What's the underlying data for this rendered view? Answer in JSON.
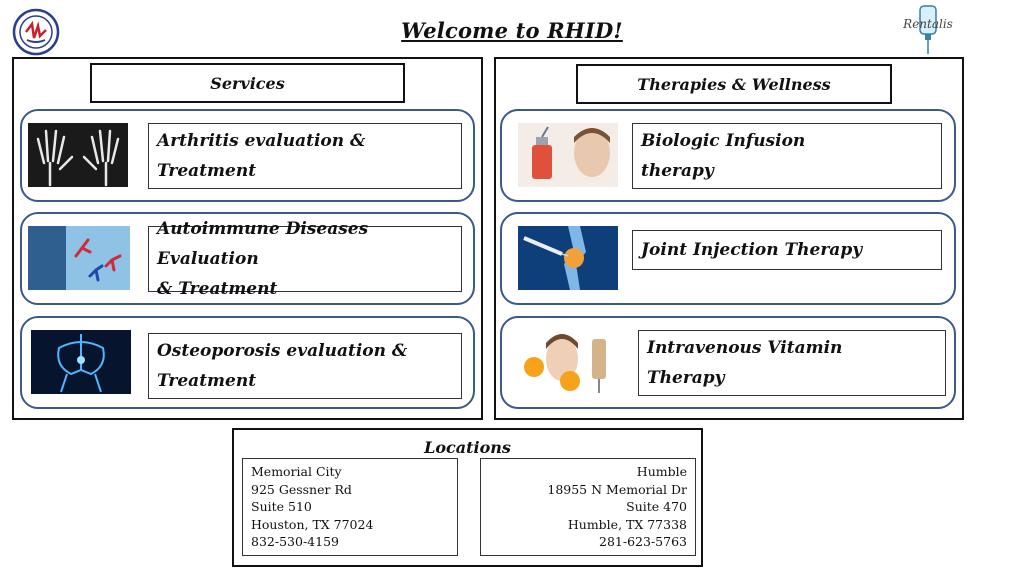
{
  "header": {
    "title": "Welcome to RHID!",
    "logo_right_text": "Rentalis"
  },
  "services": {
    "heading": "Services",
    "items": [
      {
        "line1": "Arthritis evaluation &",
        "line2": "Treatment",
        "thumb": "hand-xray-image"
      },
      {
        "line1": "Autoimmune Diseases Evaluation",
        "line2": "& Treatment",
        "thumb": "antibody-image"
      },
      {
        "line1": "Osteoporosis evaluation &",
        "line2": "Treatment",
        "thumb": "pelvis-xray-image"
      }
    ]
  },
  "therapies": {
    "heading": "Therapies & Wellness",
    "items": [
      {
        "line1": "Biologic Infusion",
        "line2": "therapy",
        "thumb": "infusion-face-image"
      },
      {
        "line1": "Joint Injection Therapy",
        "line2": "",
        "thumb": "knee-injection-image"
      },
      {
        "line1": "Intravenous Vitamin",
        "line2": "Therapy",
        "thumb": "vitamin-face-image"
      }
    ]
  },
  "locations": {
    "title": "Locations",
    "offices": [
      {
        "name": "Memorial City",
        "street": "925 Gessner Rd",
        "suite": "Suite 510",
        "city": "Houston, TX 77024",
        "phone": "832-530-4159"
      },
      {
        "name": "Humble",
        "street": "18955 N Memorial Dr",
        "suite": "Suite 470",
        "city": "Humble, TX 77338",
        "phone": "281-623-5763"
      }
    ]
  },
  "colors": {
    "card_border": "#3b5a86",
    "frame": "#111111"
  }
}
